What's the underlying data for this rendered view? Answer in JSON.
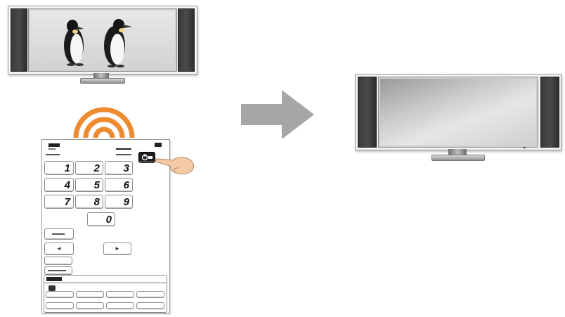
{
  "remote": {
    "digits": [
      "1",
      "2",
      "3",
      "4",
      "5",
      "6",
      "7",
      "8",
      "9",
      "0"
    ],
    "left_arrow": "◄",
    "right_arrow": "►",
    "power_icon": "power-icon"
  },
  "colors": {
    "signal_waves": "#ee8a2f",
    "arrow": "#a6a6a6",
    "speaker": "#3a3a3a"
  },
  "tv_before": {
    "state": "on"
  },
  "tv_after": {
    "state": "off"
  }
}
